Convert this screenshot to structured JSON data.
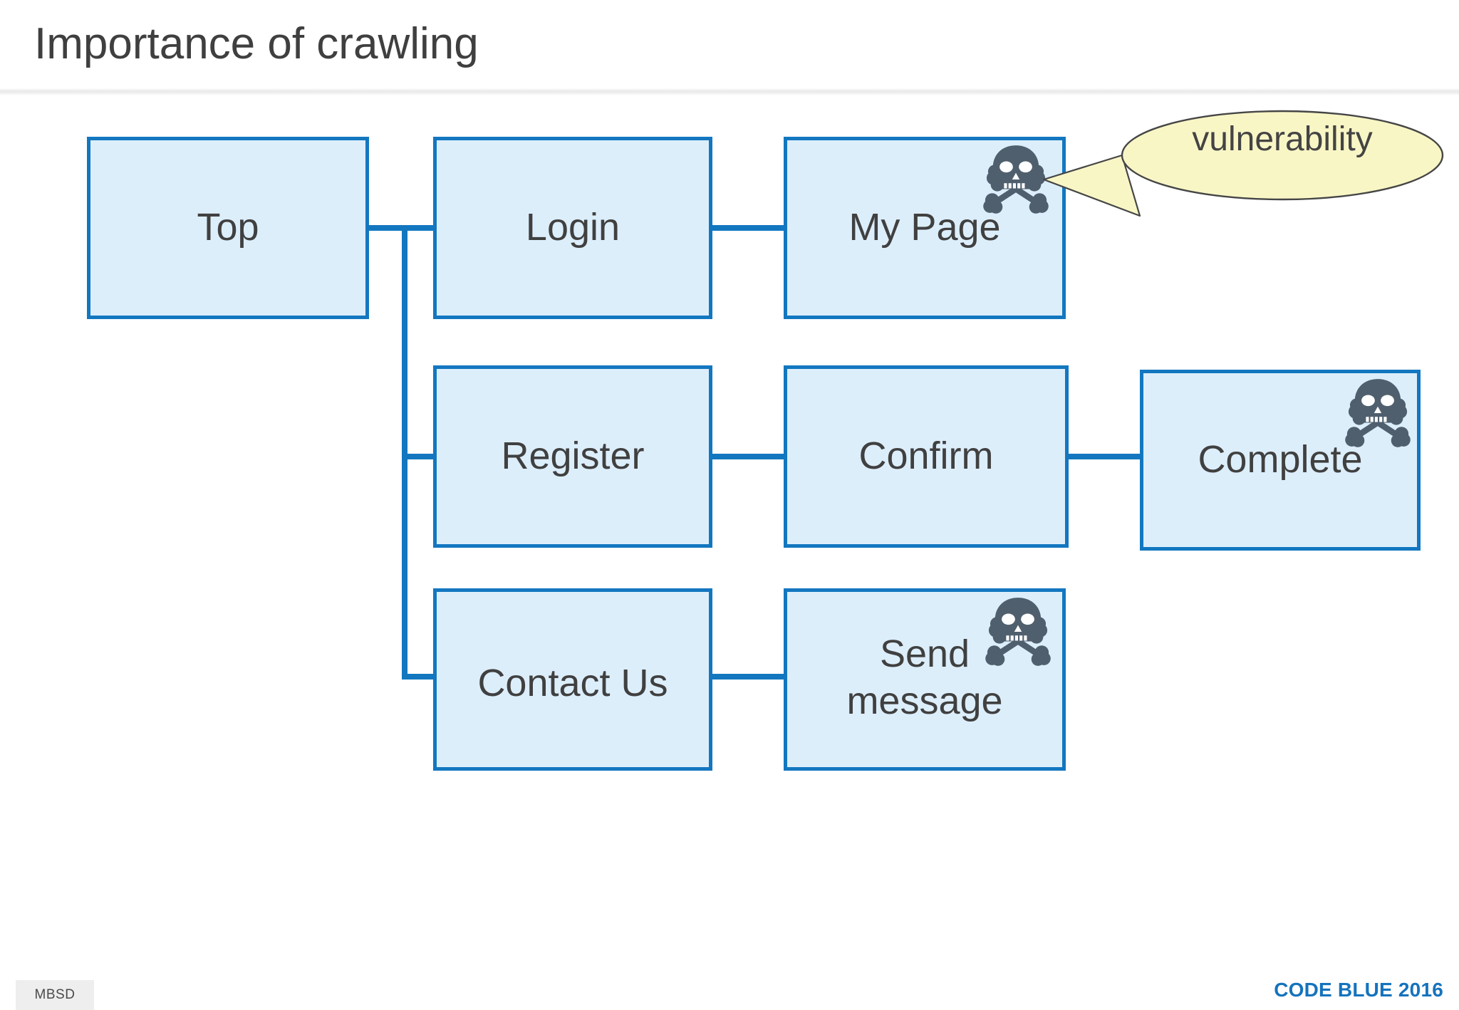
{
  "slide": {
    "title": "Importance of crawling",
    "title_color": "#3f3f3f",
    "background": "#ffffff"
  },
  "theme": {
    "node_fill": "#ddeefb",
    "node_border": "#1377c0",
    "node_text": "#404040",
    "connector": "#1377c0",
    "skull_color": "#4f5f6d",
    "callout_fill": "#f9f6c6",
    "callout_stroke": "#464646",
    "brand_blue": "#1573bd"
  },
  "diagram": {
    "type": "sitemap-flow",
    "nodes": [
      {
        "id": "top",
        "label": "Top",
        "has_vulnerability": false
      },
      {
        "id": "login",
        "label": "Login",
        "has_vulnerability": false
      },
      {
        "id": "mypage",
        "label": "My Page",
        "has_vulnerability": true
      },
      {
        "id": "register",
        "label": "Register",
        "has_vulnerability": false
      },
      {
        "id": "confirm",
        "label": "Confirm",
        "has_vulnerability": false
      },
      {
        "id": "complete",
        "label": "Complete",
        "has_vulnerability": true
      },
      {
        "id": "contact",
        "label": "Contact Us",
        "has_vulnerability": false
      },
      {
        "id": "send",
        "label": "Send\nmessage",
        "has_vulnerability": true
      }
    ],
    "edges": [
      {
        "from": "top",
        "to": "login"
      },
      {
        "from": "top",
        "to": "register"
      },
      {
        "from": "top",
        "to": "contact"
      },
      {
        "from": "login",
        "to": "mypage"
      },
      {
        "from": "register",
        "to": "confirm"
      },
      {
        "from": "confirm",
        "to": "complete"
      },
      {
        "from": "contact",
        "to": "send"
      }
    ],
    "icons": {
      "vulnerability": "skull-and-crossbones-icon"
    }
  },
  "callout": {
    "text": "vulnerability",
    "points_to": "mypage",
    "shape": "ellipse-speech-bubble"
  },
  "footer": {
    "badge": "MBSD",
    "brand": "CODE BLUE 2016"
  }
}
